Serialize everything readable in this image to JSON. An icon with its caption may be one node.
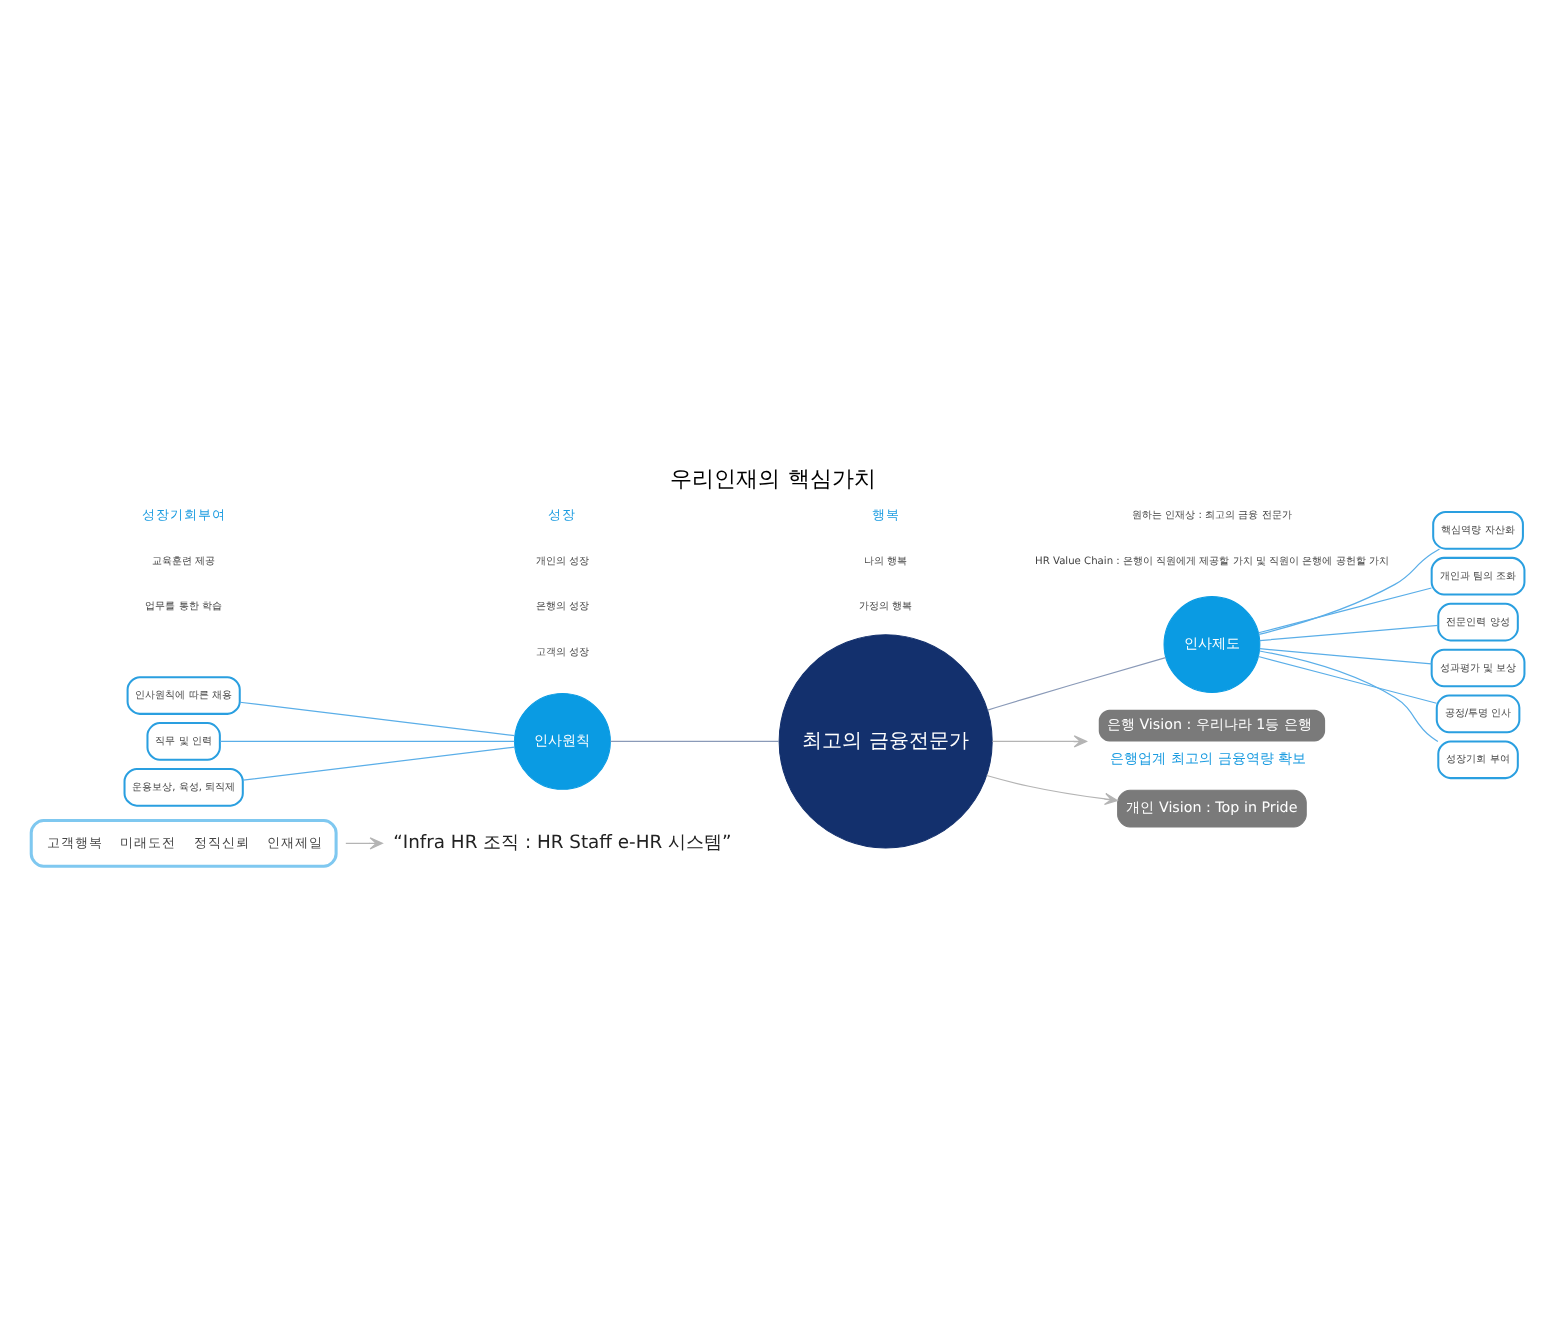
{
  "diagram": {
    "title": "우리인재의 핵심가치",
    "nodes": [
      {
        "text": [
          "고객행복",
          "미래도전",
          "정직신뢰",
          "인재제일"
        ]
      },
      {
        "text": [
          "“Infra HR 조직 : HR Staff e-HR 시스템”"
        ]
      },
      {
        "text": [
          "최고의 금융전문가"
        ]
      },
      {
        "text": [
          "인사원칙"
        ]
      },
      {
        "text": [
          "인사제도"
        ]
      },
      {
        "text": [
          "인사원칙에 따른 채용"
        ]
      },
      {
        "text": [
          "직무 및 인력"
        ]
      },
      {
        "text": [
          "운용보상, 육성, 퇴직제"
        ]
      },
      {
        "text": [
          "핵심역량 자산화"
        ]
      },
      {
        "text": [
          "개인과 팀의 조화"
        ]
      },
      {
        "text": [
          "전문인력 양성"
        ]
      },
      {
        "text": [
          "성과평가 및 보상"
        ]
      },
      {
        "text": [
          "공정/투명 인사"
        ]
      },
      {
        "text": [
          "성장기회 부여"
        ]
      },
      {
        "text": [
          "은행 Vision : 우리나라 1등 은행"
        ],
        "beside": [
          "은행업계 최고의 금융역량 확보"
        ]
      },
      {
        "text": [
          "개인 Vision : Top in Pride"
        ]
      }
    ],
    "edges": [
      {
        "from": 0,
        "to": 1,
        "arrow": "to",
        "color": "#b4b4b4"
      },
      {
        "from": 3,
        "to": 2,
        "arrow": "none",
        "color": "#8a9ab8"
      },
      {
        "from": 2,
        "to": 4,
        "arrow": "none",
        "color": "#8a9ab8"
      },
      {
        "from": 5,
        "to": 3,
        "arrow": "none"
      },
      {
        "from": 6,
        "to": 3,
        "arrow": "none"
      },
      {
        "from": 7,
        "to": 3,
        "arrow": "none"
      },
      {
        "from": 4,
        "to": 8,
        "arrow": "none"
      },
      {
        "from": 4,
        "to": 9,
        "arrow": "none"
      },
      {
        "from": 4,
        "to": 10,
        "arrow": "none"
      },
      {
        "from": 4,
        "to": 11,
        "arrow": "none"
      },
      {
        "from": 4,
        "to": 12,
        "arrow": "none"
      },
      {
        "from": 4,
        "to": 13,
        "arrow": "none"
      },
      {
        "from": 2,
        "to": 14,
        "arrow": "to",
        "color": "#b4b4b4"
      },
      {
        "from": 2,
        "to": 15,
        "arrow": "to",
        "color": "#b4b4b4"
      }
    ],
    "labels": [
      "성장기회부여",
      "교육훈련 제공",
      "업무를 통한 학습",
      "성장",
      "개인의 성장",
      "은행의 성장",
      "고객의 성장",
      "행복",
      "나의 행복",
      "가정의 행복",
      "원하는 인재상 : 최고의 금융 전문가",
      "HR Value Chain : 은행이 직원에게 제공할 가치 및 직원이 은행에 공헌할 가치"
    ]
  }
}
